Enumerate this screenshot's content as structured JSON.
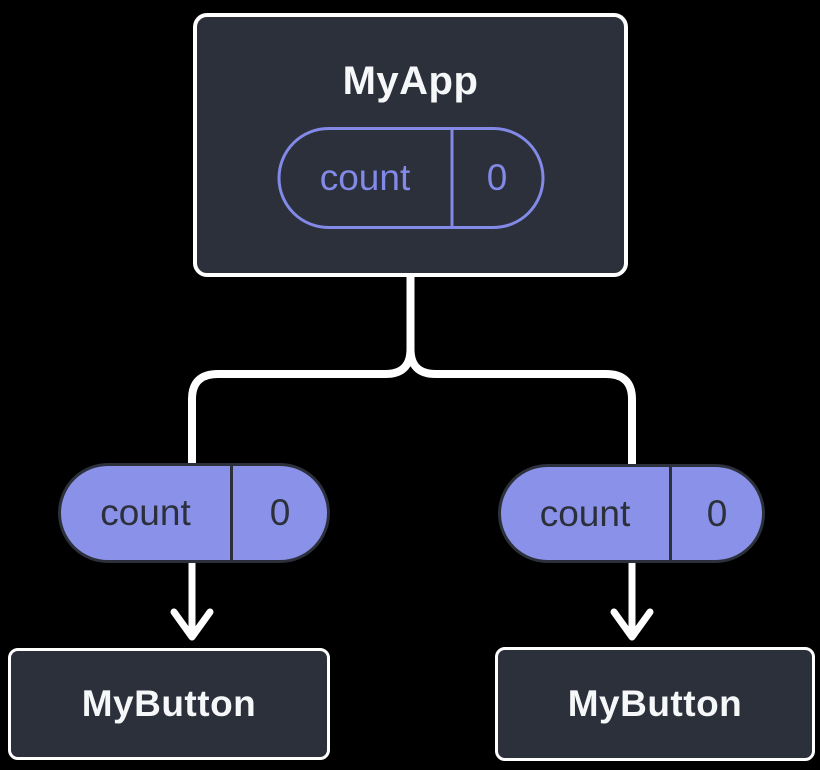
{
  "colors": {
    "background": "#000000",
    "node_bg": "#2B303B",
    "node_border": "#FFFFFF",
    "pill_fill": "#8A91E8",
    "pill_outline": "#8289E6",
    "pill_dark_text": "#2B303B",
    "node_text": "#F6F7F9",
    "connector": "#FFFFFF"
  },
  "diagram": {
    "type": "component-tree",
    "root": {
      "title": "MyApp",
      "state": {
        "name": "count",
        "value": "0"
      }
    },
    "children": [
      {
        "title": "MyButton",
        "state": {
          "name": "count",
          "value": "0"
        }
      },
      {
        "title": "MyButton",
        "state": {
          "name": "count",
          "value": "0"
        }
      }
    ]
  }
}
